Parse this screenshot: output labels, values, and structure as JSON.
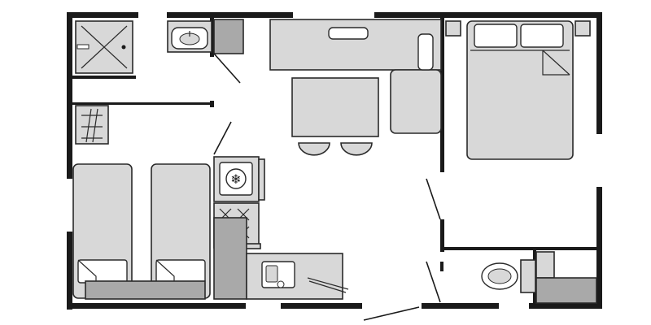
{
  "floorplan": {
    "rooms": [
      "shower-room",
      "twin-bedroom",
      "living-dining",
      "kitchen",
      "master-bedroom",
      "toilet-room"
    ],
    "fixtures": [
      "shower",
      "washbasin",
      "wardrobe",
      "twin-bed",
      "twin-bed",
      "dining-table",
      "stool",
      "stool",
      "bench-sofa",
      "double-bed",
      "fridge",
      "cooktop",
      "kitchen-sink",
      "toilet"
    ],
    "colors": {
      "wall": "#1a1a1a",
      "furniture": "#d8d8d8",
      "furniture_dark": "#a9a9a9",
      "background": "#ffffff"
    }
  }
}
